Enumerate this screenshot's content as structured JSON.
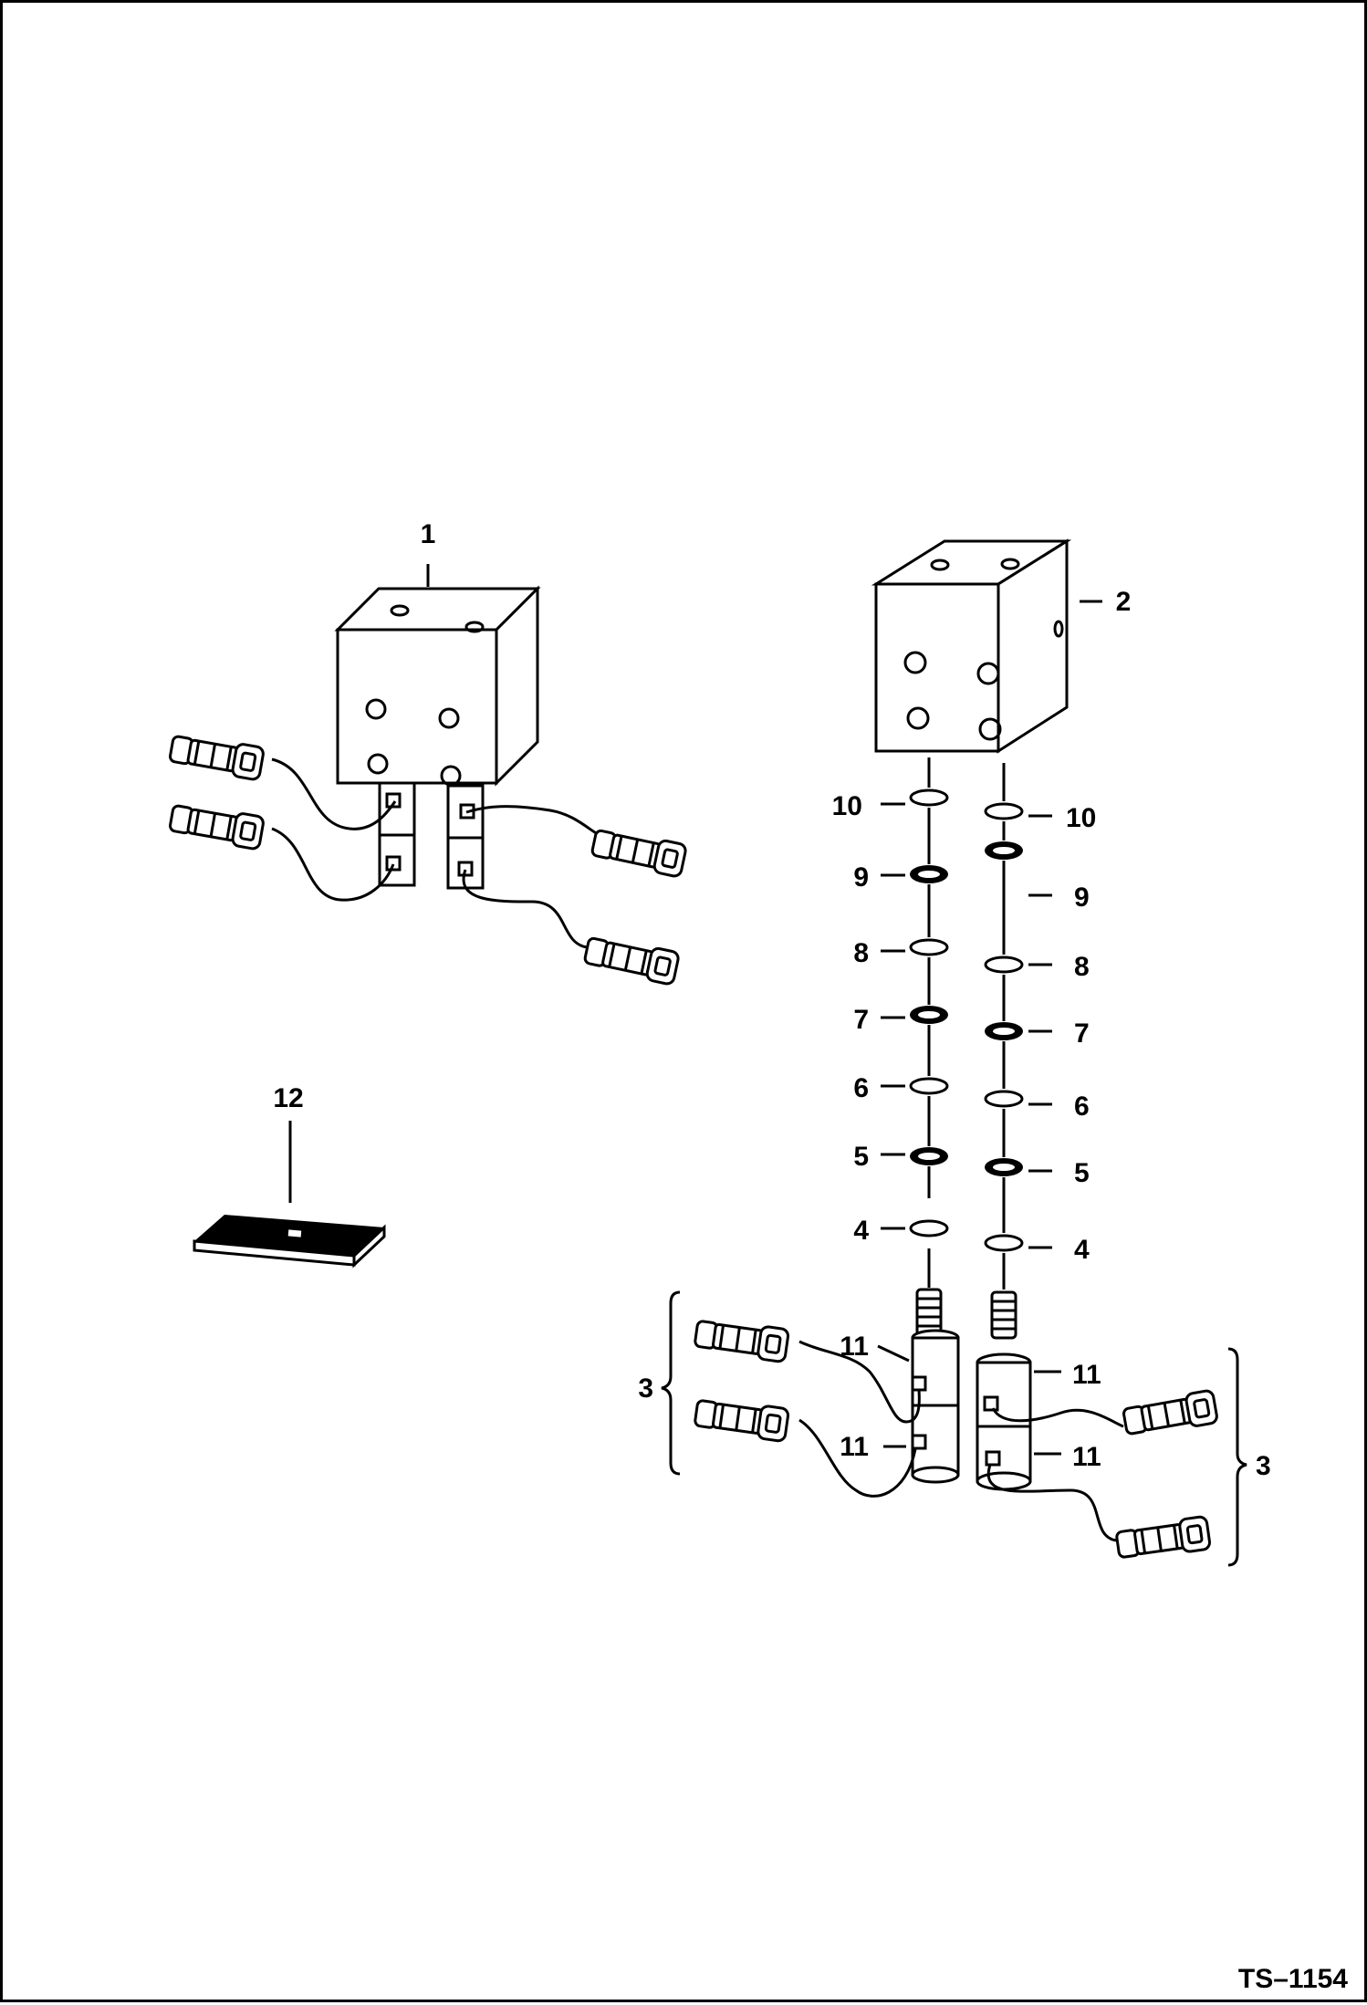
{
  "figure_code": "TS–1154",
  "callouts": {
    "c1": "1",
    "c2": "2",
    "c3a": "3",
    "c3b": "3",
    "c4a": "4",
    "c4b": "4",
    "c5a": "5",
    "c5b": "5",
    "c6a": "6",
    "c6b": "6",
    "c7a": "7",
    "c7b": "7",
    "c8a": "8",
    "c8b": "8",
    "c9a": "9",
    "c9b": "9",
    "c10a": "10",
    "c10b": "10",
    "c11a": "11",
    "c11b": "11",
    "c11c": "11",
    "c11d": "11",
    "c12": "12"
  }
}
